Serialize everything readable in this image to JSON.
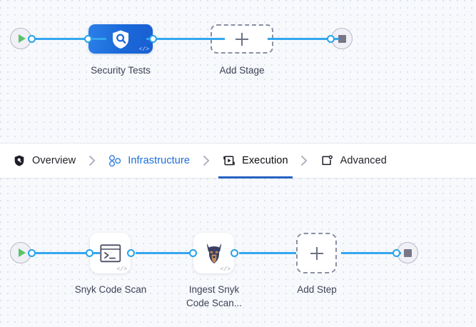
{
  "theme": {
    "canvas_bg": "#f7f9fc",
    "dot_color": "#dde3ee",
    "link_color": "#34a6ef",
    "port_color": "#27a2ea",
    "stage_blue": "#1a68d8",
    "accent_blue": "#2560c4",
    "infra_link": "#1b6ed8",
    "play_green": "#5cc26a",
    "stop_grey": "#767687",
    "label_text": "#3d4256",
    "tab_text": "#22222a"
  },
  "tabs": {
    "items": [
      {
        "id": "overview",
        "label": "Overview",
        "icon": "shield-icon",
        "state": "inactive"
      },
      {
        "id": "infrastructure",
        "label": "Infrastructure",
        "icon": "nodes-icon",
        "state": "link"
      },
      {
        "id": "execution",
        "label": "Execution",
        "icon": "play-frame-icon",
        "state": "active"
      },
      {
        "id": "advanced",
        "label": "Advanced",
        "icon": "window-gear-icon",
        "state": "inactive"
      }
    ],
    "separator": "chevron-right-icon"
  },
  "stages_canvas": {
    "start_node": {
      "name": "pipeline-start",
      "icon": "play-icon"
    },
    "end_node": {
      "name": "pipeline-end",
      "icon": "stop-icon"
    },
    "nodes": [
      {
        "id": "security-tests",
        "label": "Security Tests",
        "type": "stage",
        "icon": "shield-search-icon",
        "badge": "</>"
      },
      {
        "id": "add-stage",
        "label": "Add Stage",
        "type": "add",
        "icon": "plus-icon"
      }
    ]
  },
  "steps_canvas": {
    "start_node": {
      "name": "execution-start",
      "icon": "play-icon"
    },
    "end_node": {
      "name": "execution-end",
      "icon": "stop-icon"
    },
    "nodes": [
      {
        "id": "snyk-code-scan",
        "label": "Snyk Code Scan",
        "type": "step",
        "icon": "terminal-icon",
        "badge": "</>"
      },
      {
        "id": "ingest-snyk-code-scan",
        "label": "Ingest Snyk\nCode Scan...",
        "type": "step",
        "icon": "snyk-doberman-icon",
        "badge": "</>"
      },
      {
        "id": "add-step",
        "label": "Add Step",
        "type": "add",
        "icon": "plus-icon"
      }
    ]
  }
}
